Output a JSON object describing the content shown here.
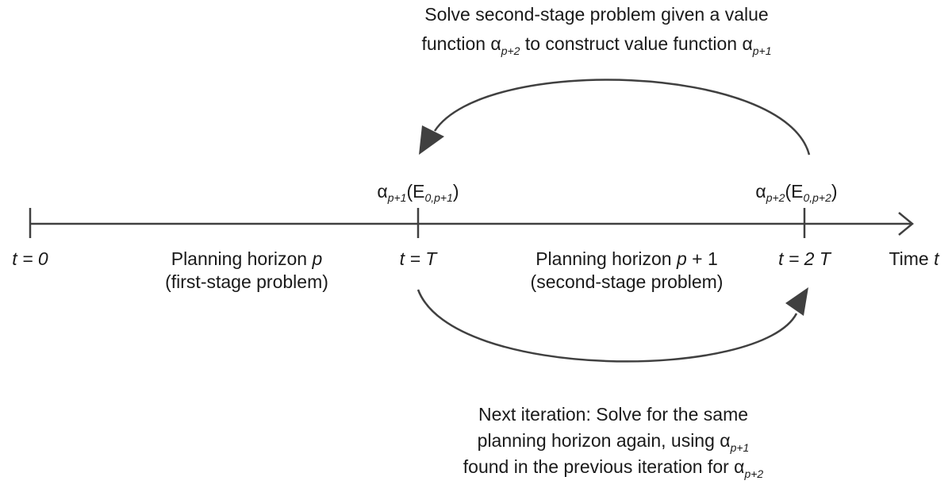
{
  "top_caption": {
    "line1": "Solve second-stage problem given a value",
    "line2_a": "function α",
    "line2_sub1": "p+2",
    "line2_b": " to construct value function α",
    "line2_sub2": "p+1"
  },
  "alpha_T": {
    "alpha": "α",
    "sub": "p+1",
    "open": "(E",
    "inner_sub": "0,p+1",
    "close": ")"
  },
  "alpha_2T": {
    "alpha": "α",
    "sub": "p+2",
    "open": "(E",
    "inner_sub": "0,p+2",
    "close": ")"
  },
  "ticks": {
    "t0": "t = 0",
    "tT": "t = T",
    "t2T": "t = 2 T"
  },
  "axis_label": {
    "word": "Time ",
    "var": "t"
  },
  "horizon_p": {
    "line1_a": "Planning horizon ",
    "line1_var": "p",
    "line2": "(first-stage problem)"
  },
  "horizon_p1": {
    "line1_a": "Planning horizon ",
    "line1_var": "p",
    "line1_b": " + 1",
    "line2": "(second-stage problem)"
  },
  "bottom_caption": {
    "line1": "Next iteration: Solve for the same",
    "line2_a": "planning horizon again, using α",
    "line2_sub": "p+1",
    "line3_a": "found in the previous iteration for α",
    "line3_sub": "p+2"
  },
  "colors": {
    "stroke": "#404040",
    "text": "#1a1a1a"
  }
}
